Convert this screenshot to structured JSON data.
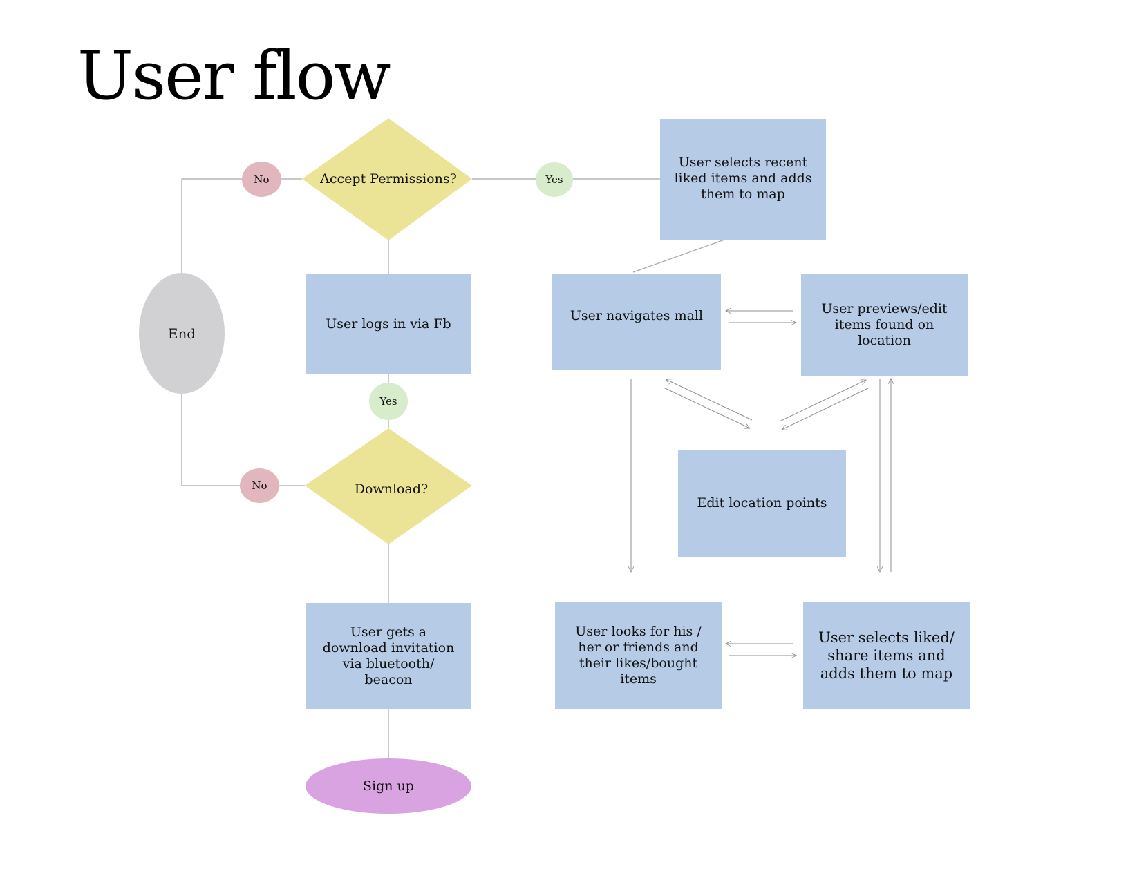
{
  "title": "User flow",
  "colors": {
    "process": "#b5cbe6",
    "decision": "#ebe496",
    "yes_badge": "#d6eccb",
    "no_badge": "#e2b6bd",
    "end": "#d1d0d3",
    "signup": "#d9a3e2",
    "connector": "#9a9a9a"
  },
  "nodes": {
    "accept_permissions": "Accept Permissions?",
    "download": "Download?",
    "login_fb": "User logs in via Fb",
    "download_invitation": "User gets a download invitation via bluetooth/ beacon",
    "sign_up": "Sign up",
    "end": "End",
    "select_recent": "User selects recent liked items and adds them to map",
    "navigate_mall": "User navigates mall",
    "preview_edit": "User previews/edit items found on location",
    "edit_points": "Edit location points",
    "looks_friends": "User looks for his / her or friends and their likes/bought items",
    "select_share": "User selects liked/ share items and adds them to map"
  },
  "labels": {
    "yes_permissions": "Yes",
    "no_permissions": "No",
    "yes_login": "Yes",
    "no_download": "No"
  }
}
